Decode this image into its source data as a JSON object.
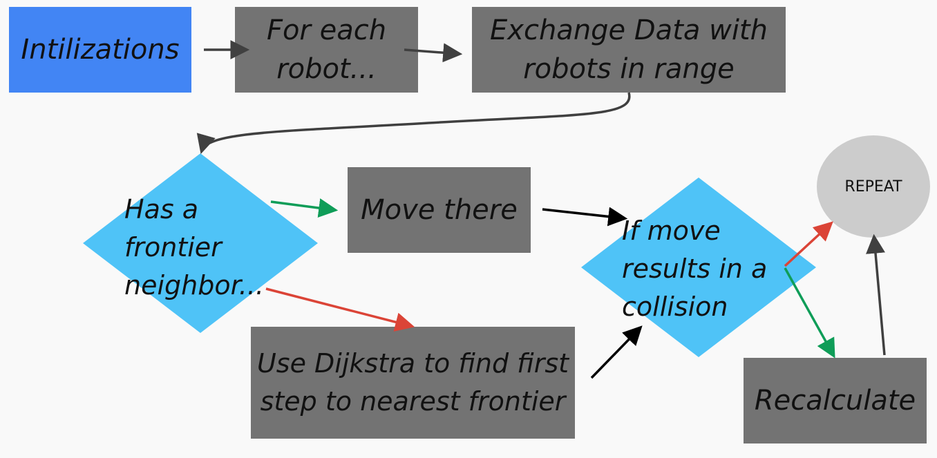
{
  "colors": {
    "background": "#f9f9f9",
    "init_box": "#4285f4",
    "process_box": "#737373",
    "decision": "#4fc3f7",
    "terminal": "#cccccc",
    "edge_default": "#404040",
    "edge_black": "#000000",
    "edge_yes": "#0f9d58",
    "edge_no": "#db4437"
  },
  "nodes": {
    "init": {
      "label": "Intilizations"
    },
    "for_each": {
      "label": "For each\nrobot..."
    },
    "exchange": {
      "label": "Exchange Data with\nrobots in range"
    },
    "frontier_decision": {
      "label": "Has a\nfrontier\nneighbor..."
    },
    "move_there": {
      "label": "Move there"
    },
    "dijkstra": {
      "label": "Use Dijkstra to find first\nstep to nearest frontier"
    },
    "collision_decision": {
      "label": "If move\nresults in a\ncollision"
    },
    "recalculate": {
      "label": "Recalculate"
    },
    "repeat": {
      "label": "REPEAT"
    }
  }
}
